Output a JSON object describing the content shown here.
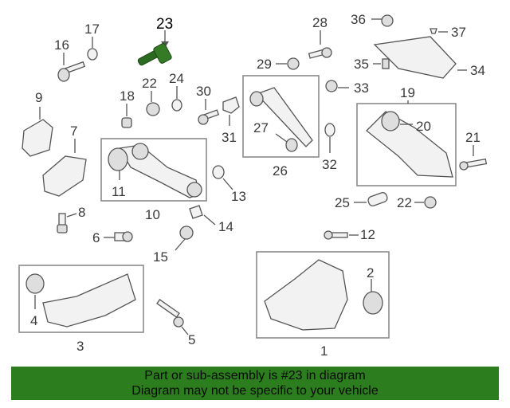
{
  "callouts": {
    "c1": "1",
    "c2": "2",
    "c3": "3",
    "c4": "4",
    "c5": "5",
    "c6": "6",
    "c7": "7",
    "c8": "8",
    "c9": "9",
    "c10": "10",
    "c11": "11",
    "c12": "12",
    "c13": "13",
    "c14": "14",
    "c15": "15",
    "c16": "16",
    "c17": "17",
    "c18": "18",
    "c19": "19",
    "c20": "20",
    "c21": "21",
    "c22a": "22",
    "c22b": "22",
    "c23": "23",
    "c24": "24",
    "c25": "25",
    "c26": "26",
    "c27": "27",
    "c28": "28",
    "c29": "29",
    "c30": "30",
    "c31": "31",
    "c32": "32",
    "c33": "33",
    "c34": "34",
    "c35": "35",
    "c36": "36",
    "c37": "37"
  },
  "highlight_color": "#2b7d1e",
  "footer": {
    "line1": "Part or sub-assembly is #23 in diagram",
    "line2": "Diagram may not be specific to your vehicle"
  }
}
